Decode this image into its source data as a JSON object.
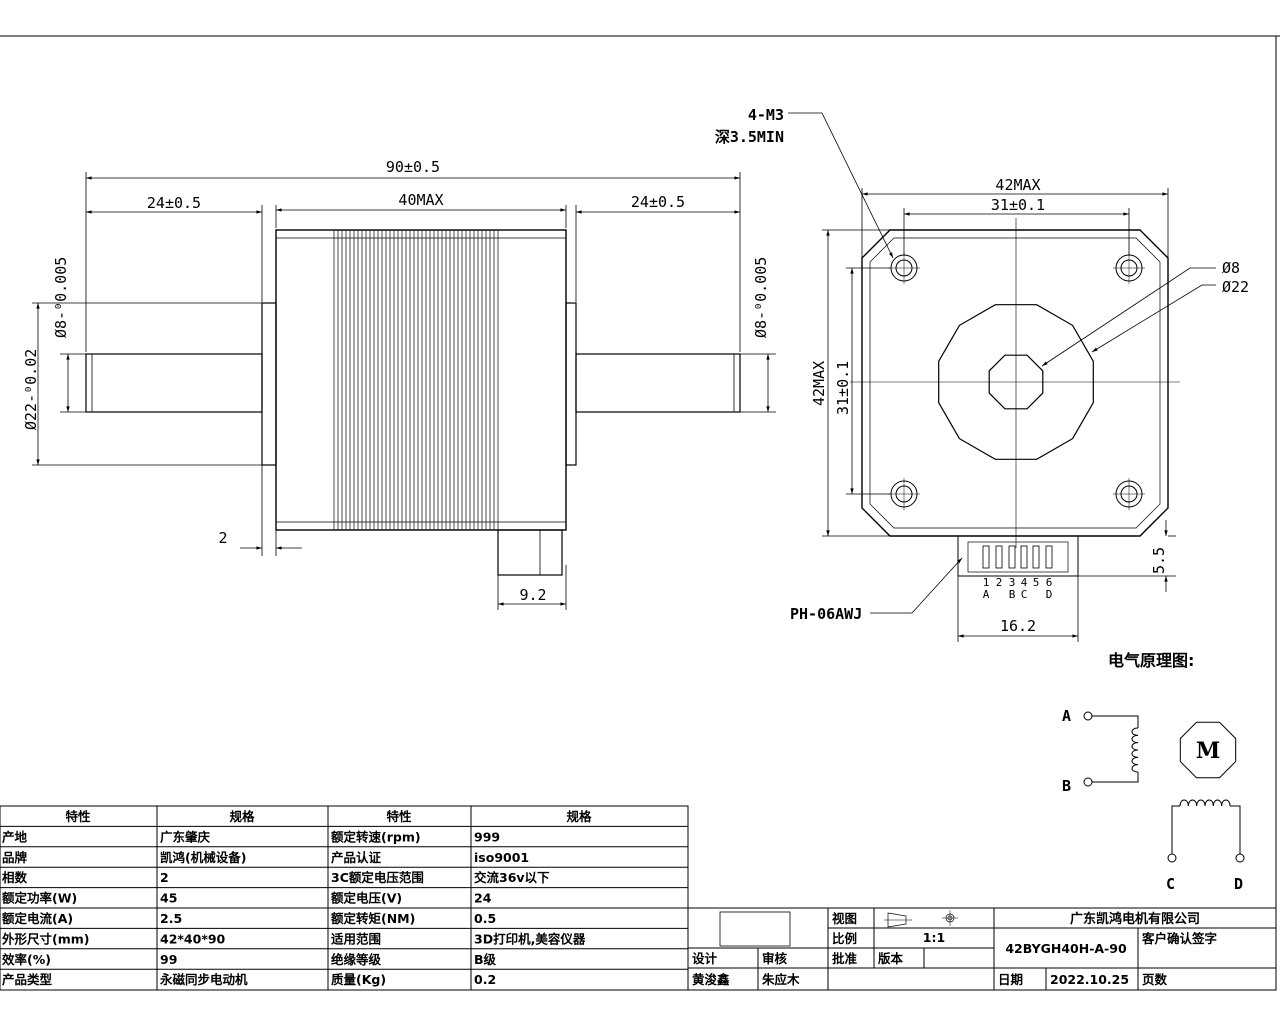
{
  "front_view": {
    "overall_length": "90±0.5",
    "left_shaft_length": "24±0.5",
    "body_length": "40MAX",
    "right_shaft_length": "24±0.5",
    "left_shaft_dia": "Ø8-⁰0.005",
    "right_shaft_dia": "Ø8-⁰0.005",
    "boss_dia": "Ø22-⁰0.02",
    "boss_height": "2",
    "connector_height": "9.2"
  },
  "end_view": {
    "hole_note_line1": "4-M3",
    "hole_note_line2": "深3.5MIN",
    "width_max": "42MAX",
    "hole_spacing_h": "31±0.1",
    "height_max": "42MAX",
    "hole_spacing_v": "31±0.1",
    "shaft_dia": "Ø8",
    "boss_dia": "Ø22",
    "connector_offset": "5.5",
    "connector_model": "PH-06AWJ",
    "connector_width": "16.2",
    "pin_numbers": [
      "1",
      "2",
      "3",
      "4",
      "5",
      "6"
    ],
    "pin_phases": [
      "A",
      "",
      "B",
      "C",
      "",
      "D"
    ]
  },
  "schematic": {
    "title": "电气原理图:",
    "motor_symbol": "M",
    "terminals": [
      "A",
      "B",
      "C",
      "D"
    ]
  },
  "spec_table": {
    "headers": [
      "特性",
      "规格",
      "特性",
      "规格"
    ],
    "rows": [
      [
        "产地",
        "广东肇庆",
        "额定转速(rpm)",
        "999"
      ],
      [
        "品牌",
        "凯鸿(机械设备)",
        "产品认证",
        "iso9001"
      ],
      [
        "相数",
        "2",
        "3C额定电压范围",
        "交流36v以下"
      ],
      [
        "额定功率(W)",
        "45",
        "额定电压(V)",
        "24"
      ],
      [
        "额定电流(A)",
        "2.5",
        "额定转矩(NM)",
        "0.5"
      ],
      [
        "外形尺寸(mm)",
        "42*40*90",
        "适用范围",
        "3D打印机,美容仪器"
      ],
      [
        "效率(%)",
        "99",
        "绝缘等级",
        "B级"
      ],
      [
        "产品类型",
        "永磁同步电动机",
        "质量(Kg)",
        "0.2"
      ]
    ]
  },
  "title_block": {
    "view_label": "视图",
    "scale_label": "比例",
    "scale_value": "1:1",
    "company": "广东凯鸿电机有限公司",
    "model": "42BYGH40H-A-90",
    "customer_confirm": "客户确认签字",
    "design_label": "设计",
    "review_label": "审核",
    "approve_label": "批准",
    "version_label": "版本",
    "designer": "黄浚鑫",
    "reviewer": "朱应木",
    "date_label": "日期",
    "date_value": "2022.10.25",
    "page_label": "页数"
  },
  "colors": {
    "line": "#000000",
    "thin": "#555555",
    "background": "#ffffff"
  }
}
